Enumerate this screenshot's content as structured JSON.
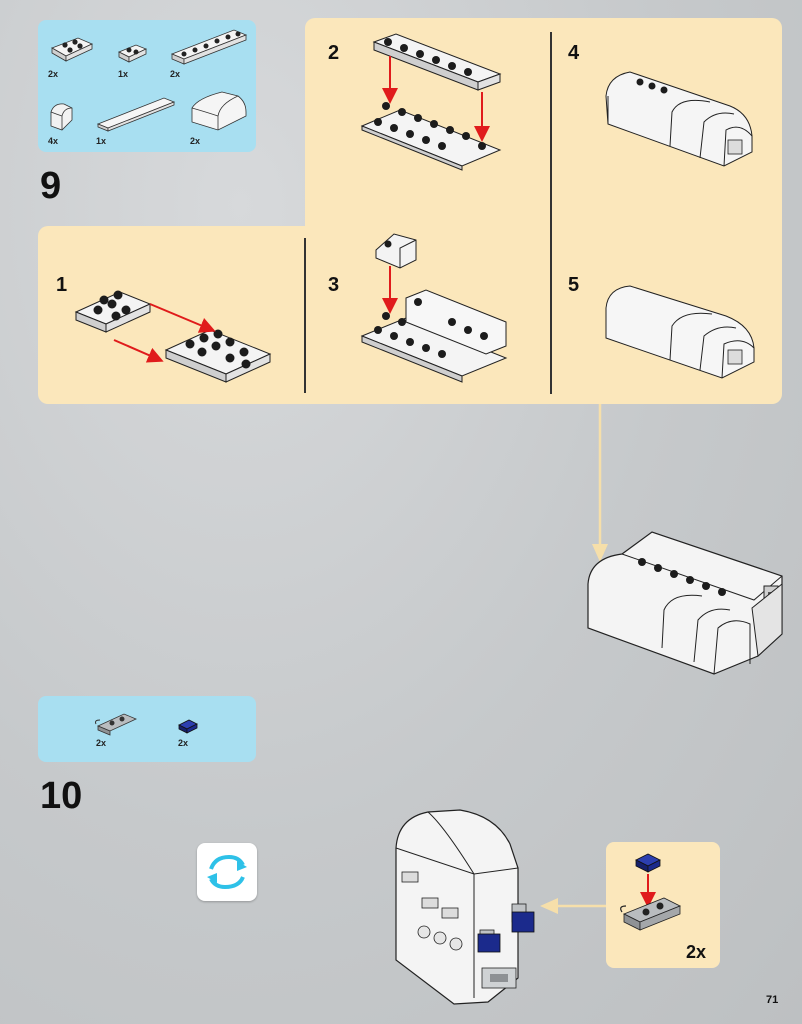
{
  "step9": {
    "number": "9",
    "parts": [
      {
        "qty": "2x",
        "icon": "plate-2x2-white-icon"
      },
      {
        "qty": "1x",
        "icon": "plate-1x2-white-icon"
      },
      {
        "qty": "2x",
        "icon": "plate-1x6-white-icon"
      },
      {
        "qty": "4x",
        "icon": "slope-curved-white-icon"
      },
      {
        "qty": "1x",
        "icon": "tile-1x8-white-icon"
      },
      {
        "qty": "2x",
        "icon": "slope-curved-2x4-white-icon"
      }
    ],
    "substeps": [
      "1",
      "2",
      "3",
      "4",
      "5"
    ]
  },
  "step10": {
    "number": "10",
    "parts": [
      {
        "qty": "2x",
        "icon": "plate-clip-gray-icon"
      },
      {
        "qty": "2x",
        "icon": "tile-1x1-blue-icon"
      }
    ],
    "callout_qty": "2x",
    "rotate_icon": "rotate-arrows-icon"
  },
  "page_number": "71",
  "colors": {
    "background": "#c9ccce",
    "parts_box": "#a8dff1",
    "panel": "#fbe7bb",
    "arrow_red": "#e01b1b",
    "arrow_cream": "#f6dfaa",
    "rotate_cyan": "#2ec1e8",
    "brick_blue": "#1b2a8c"
  }
}
